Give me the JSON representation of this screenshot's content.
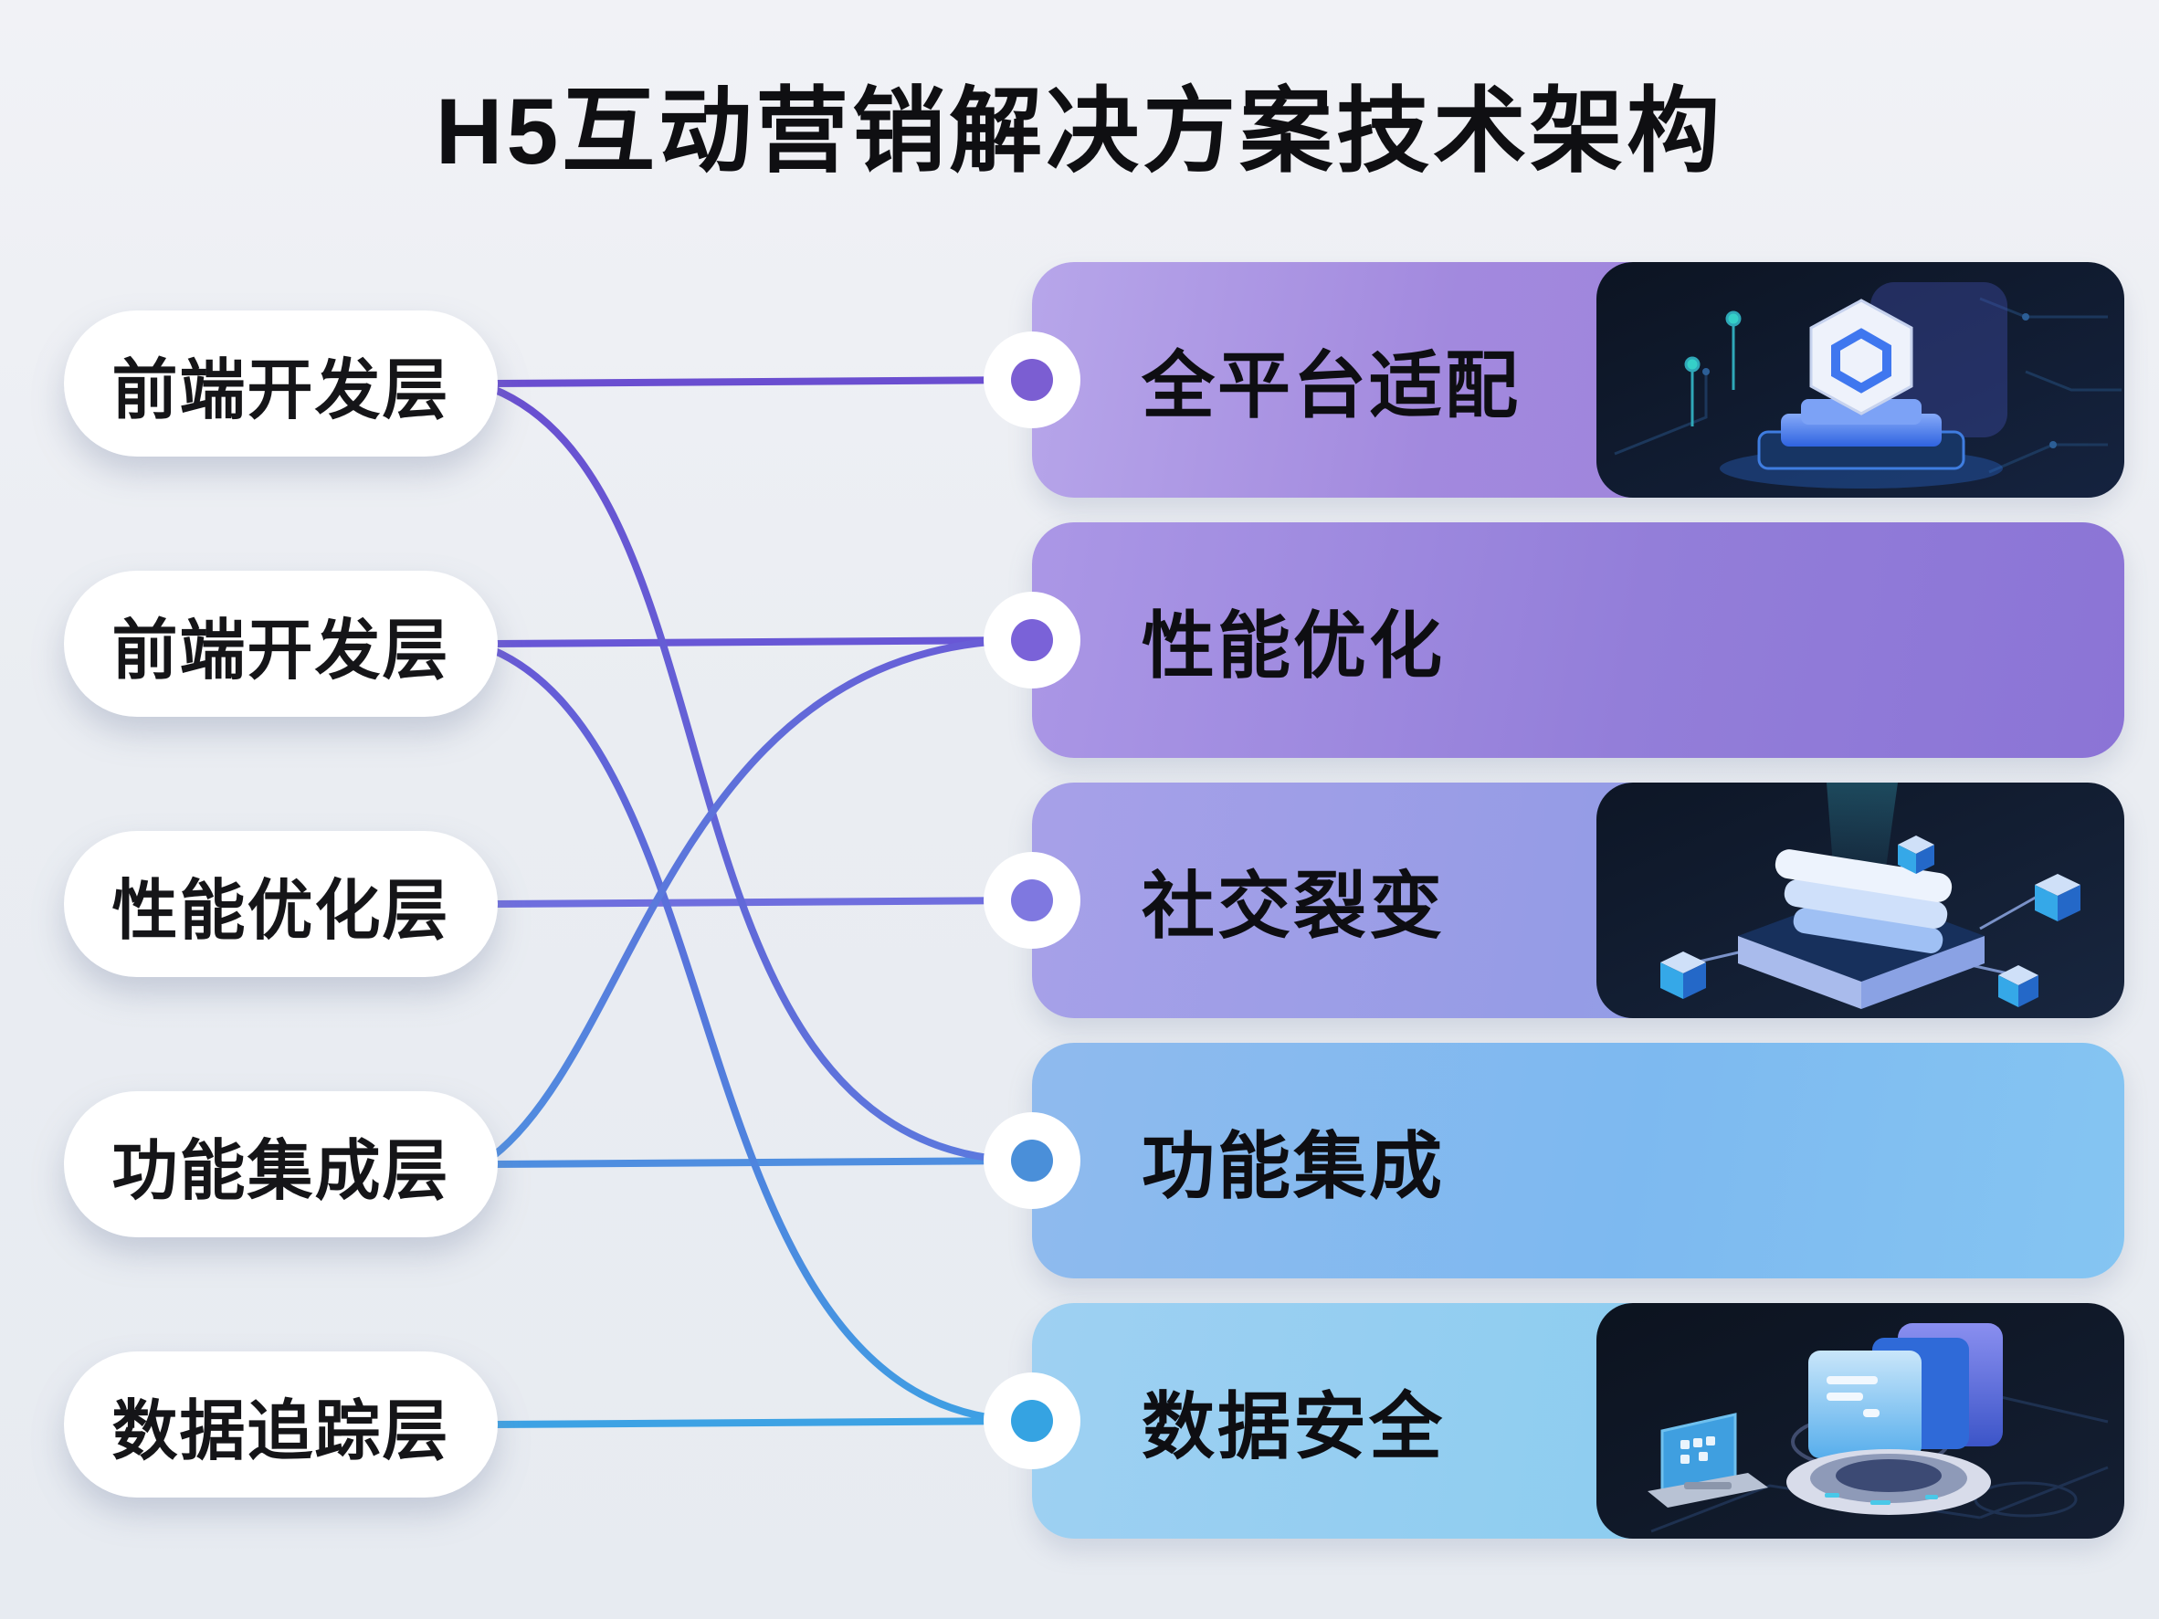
{
  "title": "H5互动营销解决方案技术架构",
  "left_layers": [
    {
      "label": "前端开发层"
    },
    {
      "label": "前端开发层"
    },
    {
      "label": "性能优化层"
    },
    {
      "label": "功能集成层"
    },
    {
      "label": "数据追踪层"
    }
  ],
  "right_features": [
    {
      "label": "全平台适配",
      "has_image": true,
      "image_desc": "dark circuit board scene with glowing hexagon badge on a layered pedestal"
    },
    {
      "label": "性能优化",
      "has_image": false
    },
    {
      "label": "社交裂变",
      "has_image": true,
      "image_desc": "dark scene with isometric box of stacked cards linked to small floating cubes"
    },
    {
      "label": "功能集成",
      "has_image": false
    },
    {
      "label": "数据安全",
      "has_image": true,
      "image_desc": "dark scene with laptop and circular platform holding floating app panels"
    }
  ],
  "connections": [
    {
      "from_layer": 0,
      "to_feature": 0,
      "shape": "straight"
    },
    {
      "from_layer": 0,
      "to_feature": 3,
      "shape": "curve"
    },
    {
      "from_layer": 1,
      "to_feature": 1,
      "shape": "straight"
    },
    {
      "from_layer": 1,
      "to_feature": 4,
      "shape": "curve"
    },
    {
      "from_layer": 2,
      "to_feature": 2,
      "shape": "straight"
    },
    {
      "from_layer": 3,
      "to_feature": 3,
      "shape": "straight"
    },
    {
      "from_layer": 3,
      "to_feature": 1,
      "shape": "curve"
    },
    {
      "from_layer": 4,
      "to_feature": 4,
      "shape": "straight"
    }
  ],
  "colors": {
    "background": "#eaedf2",
    "title_text": "#0f0f12",
    "pill_background": "#ffffff",
    "bar_purple": "#9c7fd9",
    "bar_violet": "#8f7ad8",
    "bar_periwinkle": "#95a0e8",
    "bar_blue": "#7fbbf0",
    "bar_lightblue": "#8ecdf0",
    "line_purple": "#6a4ed0",
    "line_violet": "#6857d6",
    "line_indigo": "#6f6ede",
    "line_blue": "#4f8ee0",
    "line_cyan": "#3da2e4",
    "node_dots": [
      "#7b5ed2",
      "#7a62d8",
      "#7f78e0",
      "#4a8fd9",
      "#35a3e2"
    ],
    "illustration_background": "#0e1626"
  }
}
